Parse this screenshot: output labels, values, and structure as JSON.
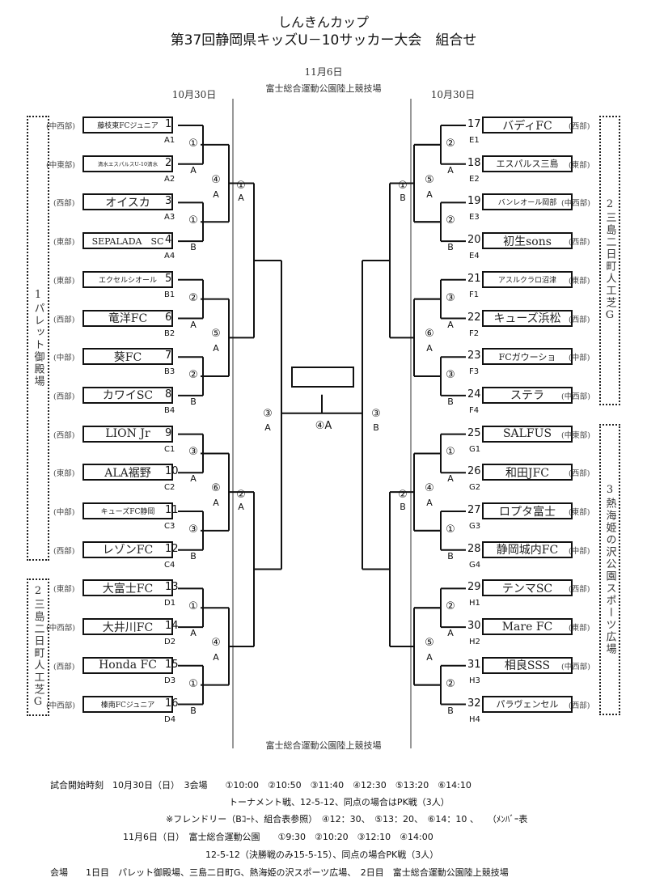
{
  "header": {
    "title_line1": "しんきんカップ",
    "title_line2": "第37回静岡県キッズU－10サッカー大会　組合せ",
    "final_date": "11月6日",
    "final_venue_top": "富士総合運動公園陸上競技場",
    "final_venue_bottom": "富士総合運動公園陸上競技場",
    "left_date": "10月30日",
    "right_date": "10月30日"
  },
  "venues": {
    "left_top": "1パレット御殿場",
    "left_bottom": "2三島二日町人工芝G",
    "right_top": "2三島二日町人工芝G",
    "right_bottom": "3熱海姫の沢公園スポーツ広場"
  },
  "teams": [
    {
      "no": "1",
      "code": "A1",
      "name": "藤枝東FCジュニア",
      "region": "(中西部)",
      "size": "s"
    },
    {
      "no": "2",
      "code": "A2",
      "name": "清水エスパルスU-10清水",
      "region": "(中東部)",
      "size": "xs"
    },
    {
      "no": "3",
      "code": "A3",
      "name": "オイスカ",
      "region": "(西部)",
      "size": "l"
    },
    {
      "no": "4",
      "code": "A4",
      "name": "SEPALADA　SC",
      "region": "(東部)",
      "size": "m"
    },
    {
      "no": "5",
      "code": "B1",
      "name": "エクセルシオール",
      "region": "(東部)",
      "size": "s"
    },
    {
      "no": "6",
      "code": "B2",
      "name": "竜洋FC",
      "region": "(西部)",
      "size": "l"
    },
    {
      "no": "7",
      "code": "B3",
      "name": "葵FC",
      "region": "(中部)",
      "size": "l"
    },
    {
      "no": "8",
      "code": "B4",
      "name": "カワイSC",
      "region": "(西部)",
      "size": "l"
    },
    {
      "no": "9",
      "code": "C1",
      "name": "LION Jr",
      "region": "(西部)",
      "size": "l"
    },
    {
      "no": "10",
      "code": "C2",
      "name": "ALA裾野",
      "region": "(東部)",
      "size": "l"
    },
    {
      "no": "11",
      "code": "C3",
      "name": "キューズFC静岡",
      "region": "(中部)",
      "size": "s"
    },
    {
      "no": "12",
      "code": "C4",
      "name": "レゾンFC",
      "region": "(西部)",
      "size": "l"
    },
    {
      "no": "13",
      "code": "D1",
      "name": "大富士FC",
      "region": "(東部)",
      "size": "l"
    },
    {
      "no": "14",
      "code": "D2",
      "name": "大井川FC",
      "region": "(中西部)",
      "size": "l"
    },
    {
      "no": "15",
      "code": "D3",
      "name": "Honda FC",
      "region": "(西部)",
      "size": "l"
    },
    {
      "no": "16",
      "code": "D4",
      "name": "榛南FCジュニア",
      "region": "(中西部)",
      "size": "s"
    },
    {
      "no": "17",
      "code": "E1",
      "name": "バディFC",
      "region": "(西部)",
      "size": "l"
    },
    {
      "no": "18",
      "code": "E2",
      "name": "エスパルス三島",
      "region": "(東部)",
      "size": "m"
    },
    {
      "no": "19",
      "code": "E3",
      "name": "バンレオール岡部",
      "region": "(中西部)",
      "size": "s"
    },
    {
      "no": "20",
      "code": "E4",
      "name": "初生sons",
      "region": "(西部)",
      "size": "l"
    },
    {
      "no": "21",
      "code": "F1",
      "name": "アスルクラロ沼津",
      "region": "(東部)",
      "size": "s"
    },
    {
      "no": "22",
      "code": "F2",
      "name": "キューズ浜松",
      "region": "(西部)",
      "size": "l"
    },
    {
      "no": "23",
      "code": "F3",
      "name": "FCガウーショ",
      "region": "(中部)",
      "size": "m"
    },
    {
      "no": "24",
      "code": "F4",
      "name": "ステラ",
      "region": "(中西部)",
      "size": "l"
    },
    {
      "no": "25",
      "code": "G1",
      "name": "SALFUS",
      "region": "(中東部)",
      "size": "l"
    },
    {
      "no": "26",
      "code": "G2",
      "name": "和田JFC",
      "region": "(西部)",
      "size": "l"
    },
    {
      "no": "27",
      "code": "G3",
      "name": "ロプタ富士",
      "region": "(東部)",
      "size": "l"
    },
    {
      "no": "28",
      "code": "G4",
      "name": "静岡城内FC",
      "region": "(中部)",
      "size": "l"
    },
    {
      "no": "29",
      "code": "H1",
      "name": "テンマSC",
      "region": "(西部)",
      "size": "l"
    },
    {
      "no": "30",
      "code": "H2",
      "name": "Mare FC",
      "region": "(東部)",
      "size": "l"
    },
    {
      "no": "31",
      "code": "H3",
      "name": "相良SSS",
      "region": "(中西部)",
      "size": "l"
    },
    {
      "no": "32",
      "code": "H4",
      "name": "パラヴェンセル",
      "region": "(西部)",
      "size": "m"
    }
  ],
  "round1_matches": [
    {
      "time": "①",
      "court": "A"
    },
    {
      "time": "①",
      "court": "B"
    },
    {
      "time": "②",
      "court": "A"
    },
    {
      "time": "②",
      "court": "B"
    },
    {
      "time": "③",
      "court": "A"
    },
    {
      "time": "③",
      "court": "B"
    },
    {
      "time": "①",
      "court": "A"
    },
    {
      "time": "①",
      "court": "B"
    },
    {
      "time": "②",
      "court": "A"
    },
    {
      "time": "②",
      "court": "B"
    },
    {
      "time": "③",
      "court": "A"
    },
    {
      "time": "③",
      "court": "B"
    },
    {
      "time": "①",
      "court": "A"
    },
    {
      "time": "①",
      "court": "B"
    },
    {
      "time": "②",
      "court": "A"
    },
    {
      "time": "②",
      "court": "B"
    }
  ],
  "round2_matches": [
    {
      "time": "④",
      "court": "A"
    },
    {
      "time": "⑤",
      "court": "A"
    },
    {
      "time": "⑥",
      "court": "A"
    },
    {
      "time": "④",
      "court": "A"
    },
    {
      "time": "⑤",
      "court": "A"
    },
    {
      "time": "⑥",
      "court": "A"
    },
    {
      "time": "④",
      "court": "A"
    },
    {
      "time": "⑤",
      "court": "A"
    }
  ],
  "quarter_matches": [
    {
      "time": "①",
      "court": "A"
    },
    {
      "time": "②",
      "court": "A"
    },
    {
      "time": "①",
      "court": "B"
    },
    {
      "time": "②",
      "court": "B"
    }
  ],
  "semi_matches": [
    {
      "time": "③",
      "court": "A"
    },
    {
      "time": "③",
      "court": "B"
    }
  ],
  "final_match": {
    "label": "④A"
  },
  "footer": {
    "line1": "試合開始時刻　10月30日（日）　3会場　　①10:00　②10:50　③11:40　④12:30　⑤13:20　⑥14:10",
    "line2": "トーナメント戦、12-5-12、同点の場合はPK戦（3人）",
    "line3": "※フレンドリー（Bｺｰﾄ、組合表参照）　④12：30、　⑤13：20、　⑥14：10 、　　（ﾒﾝﾊﾞｰ表",
    "line4": "11月6日（日）　富士総合運動公園　　①9:30　②10:20　③12:10　④14:00",
    "line5": "12-5-12（決勝戦のみ15-5-15）、同点の場合PK戦（3人）",
    "line6": "会場　　1日目　パレット御殿場、三島二日町G、熱海姫の沢スポーツ広場、　2日目　富士総合運動公園陸上競技場"
  }
}
